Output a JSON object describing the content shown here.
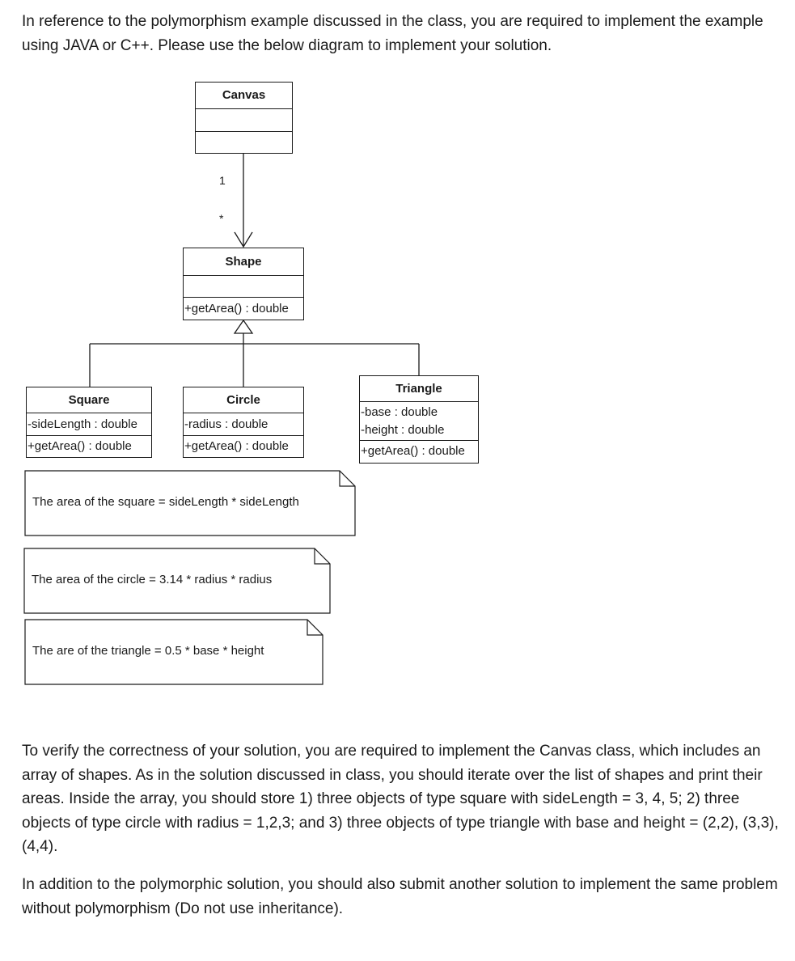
{
  "intro_text": "In reference to the polymorphism example discussed in the class, you are required to implement the example using JAVA or C++. Please use the below diagram to implement your solution.",
  "diagram": {
    "canvas": {
      "name": "Canvas"
    },
    "association": {
      "multiplicity_source": "1",
      "multiplicity_target": "*"
    },
    "shape": {
      "name": "Shape",
      "method": "+getArea() : double"
    },
    "square": {
      "name": "Square",
      "attribute": "-sideLength : double",
      "method": "+getArea() : double"
    },
    "circle": {
      "name": "Circle",
      "attribute": "-radius : double",
      "method": "+getArea() : double"
    },
    "triangle": {
      "name": "Triangle",
      "attributes": [
        "-base : double",
        "-height : double"
      ],
      "method": "+getArea() : double"
    },
    "notes": [
      "The area of the square = sideLength * sideLength",
      "The area of the circle = 3.14 * radius * radius",
      "The are of the triangle = 0.5 * base * height"
    ]
  },
  "verify_text": "To verify the correctness of your solution, you are required to implement the Canvas class, which includes an array of shapes. As in the solution discussed in class, you should iterate over the list of shapes and print their areas. Inside the array, you should store 1) three objects of type square with sideLength = 3, 4, 5; 2) three objects of type circle with radius = 1,2,3; and 3) three objects of type triangle with base and height = (2,2), (3,3), (4,4).",
  "addition_text": "In addition to the polymorphic solution, you should also submit another solution to implement the same problem without polymorphism (Do not use inheritance)."
}
